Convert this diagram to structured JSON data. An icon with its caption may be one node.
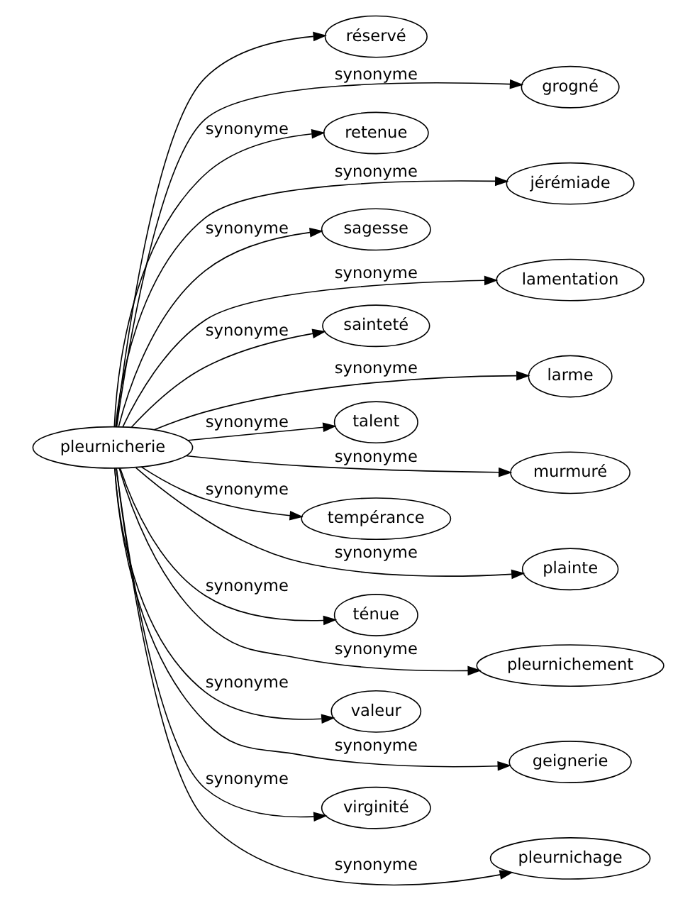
{
  "diagram": {
    "nodes": [
      {
        "text": [
          "pleurnicherie"
        ]
      },
      {
        "text": [
          "réservé"
        ]
      },
      {
        "text": [
          "grogné"
        ]
      },
      {
        "text": [
          "retenue"
        ]
      },
      {
        "text": [
          "jérémiade"
        ]
      },
      {
        "text": [
          "sagesse"
        ]
      },
      {
        "text": [
          "lamentation"
        ]
      },
      {
        "text": [
          "sainteté"
        ]
      },
      {
        "text": [
          "larme"
        ]
      },
      {
        "text": [
          "talent"
        ]
      },
      {
        "text": [
          "murmuré"
        ]
      },
      {
        "text": [
          "tempérance"
        ]
      },
      {
        "text": [
          "plainte"
        ]
      },
      {
        "text": [
          "ténue"
        ]
      },
      {
        "text": [
          "pleurnichement"
        ]
      },
      {
        "text": [
          "valeur"
        ]
      },
      {
        "text": [
          "geignerie"
        ]
      },
      {
        "text": [
          "virginité"
        ]
      },
      {
        "text": [
          "pleurnichage"
        ]
      }
    ],
    "edges": [
      {
        "from": 0,
        "to": 1,
        "arrow": "to"
      },
      {
        "from": 0,
        "to": 2,
        "arrow": "to",
        "label": "synonyme"
      },
      {
        "from": 0,
        "to": 3,
        "arrow": "to",
        "label": "synonyme"
      },
      {
        "from": 0,
        "to": 4,
        "arrow": "to",
        "label": "synonyme"
      },
      {
        "from": 0,
        "to": 5,
        "arrow": "to",
        "label": "synonyme"
      },
      {
        "from": 0,
        "to": 6,
        "arrow": "to",
        "label": "synonyme"
      },
      {
        "from": 0,
        "to": 7,
        "arrow": "to",
        "label": "synonyme"
      },
      {
        "from": 0,
        "to": 8,
        "arrow": "to",
        "label": "synonyme"
      },
      {
        "from": 0,
        "to": 9,
        "arrow": "to",
        "label": "synonyme"
      },
      {
        "from": 0,
        "to": 10,
        "arrow": "to",
        "label": "synonyme"
      },
      {
        "from": 0,
        "to": 11,
        "arrow": "to",
        "label": "synonyme"
      },
      {
        "from": 0,
        "to": 12,
        "arrow": "to",
        "label": "synonyme"
      },
      {
        "from": 0,
        "to": 13,
        "arrow": "to",
        "label": "synonyme"
      },
      {
        "from": 0,
        "to": 14,
        "arrow": "to",
        "label": "synonyme"
      },
      {
        "from": 0,
        "to": 15,
        "arrow": "to",
        "label": "synonyme"
      },
      {
        "from": 0,
        "to": 16,
        "arrow": "to",
        "label": "synonyme"
      },
      {
        "from": 0,
        "to": 17,
        "arrow": "to",
        "label": "synonyme"
      },
      {
        "from": 0,
        "to": 18,
        "arrow": "to",
        "label": "synonyme"
      }
    ]
  }
}
